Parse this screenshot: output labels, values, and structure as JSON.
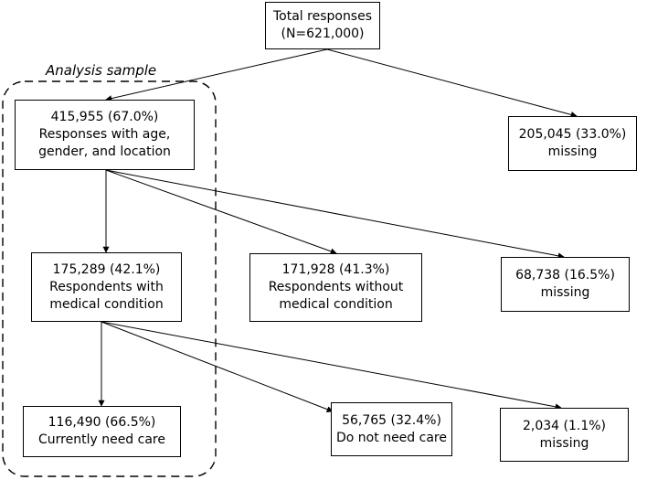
{
  "diagram": {
    "group_label": "Analysis sample",
    "nodes": {
      "total": {
        "lines": [
          "Total responses",
          "(N=621,000)"
        ]
      },
      "sample": {
        "lines": [
          "415,955 (67.0%)",
          "Responses with age,",
          "gender, and location"
        ]
      },
      "missing1": {
        "lines": [
          "205,045 (33.0%)",
          "missing"
        ]
      },
      "medical": {
        "lines": [
          "175,289 (42.1%)",
          "Respondents with",
          "medical condition"
        ]
      },
      "nomedical": {
        "lines": [
          "171,928 (41.3%)",
          "Respondents without",
          "medical condition"
        ]
      },
      "missing2": {
        "lines": [
          "68,738 (16.5%)",
          "missing"
        ]
      },
      "needcare": {
        "lines": [
          "116,490 (66.5%)",
          "Currently need care"
        ]
      },
      "noneed": {
        "lines": [
          "56,765 (32.4%)",
          "Do not need care"
        ]
      },
      "missing3": {
        "lines": [
          "2,034 (1.1%)",
          "missing"
        ]
      }
    }
  }
}
